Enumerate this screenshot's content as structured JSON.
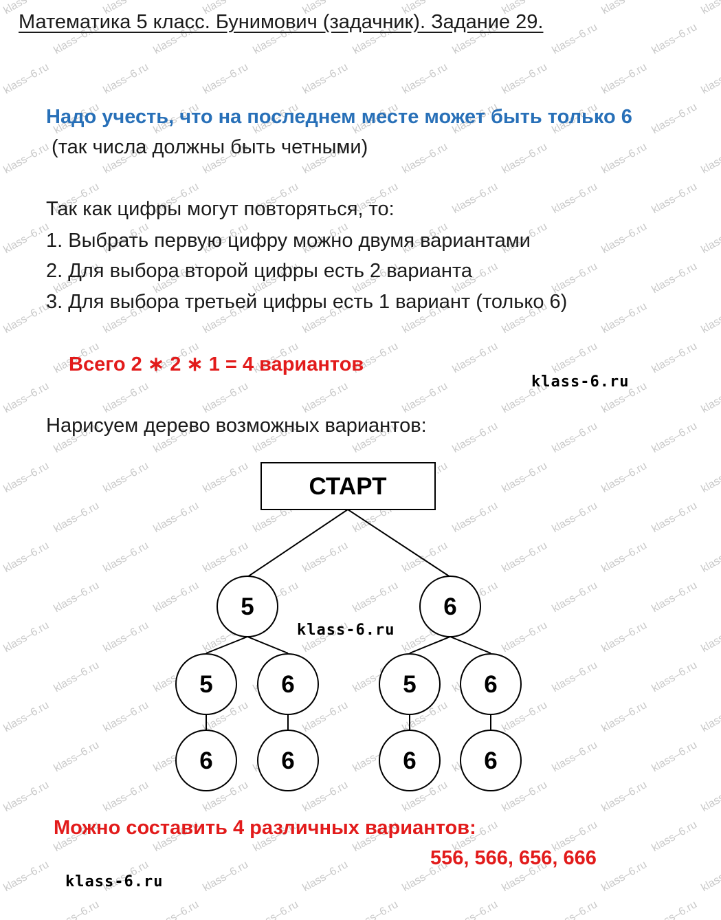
{
  "title": "Математика 5 класс. Бунимович (задачник). Задание 29.",
  "note": {
    "line1": "Надо учесть, что на последнем месте может быть только 6",
    "line2": " (так числа должны быть четными)"
  },
  "reasoning": {
    "intro": "Так как цифры могут повторяться, то:",
    "steps": [
      "1. Выбрать первую цифру можно двумя вариантами",
      "2. Для выбора второй цифры есть 2 варианта",
      "3. Для выбора третьей цифры есть 1 вариант (только 6)"
    ]
  },
  "total": "Всего 2 ∗ 2 ∗ 1 = 4 вариантов",
  "tree_intro": "Нарисуем дерево возможных вариантов:",
  "tree": {
    "root": "СТАРТ",
    "level1": [
      "5",
      "6"
    ],
    "level2": [
      "5",
      "6",
      "5",
      "6"
    ],
    "level3": [
      "6",
      "6",
      "6",
      "6"
    ]
  },
  "answer": {
    "line1": "Можно составить 4 различных вариантов:",
    "line2": "556, 566, 656, 666"
  },
  "brand_label": "klass-6.ru",
  "watermark_text": "klass–6.ru",
  "colors": {
    "blue": "#2870b8",
    "red": "#e21b1b",
    "watermark": "#c9c9c9"
  }
}
